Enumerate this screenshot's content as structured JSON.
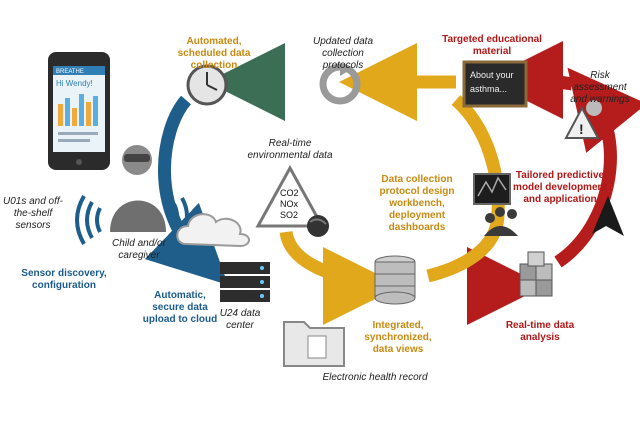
{
  "colors": {
    "gold": "#e0a81a",
    "green": "#3b6e55",
    "blue": "#1f5e8a",
    "red": "#b51c1c"
  },
  "phone": {
    "app_name": "BREATHE",
    "greeting": "Hi Wendy!"
  },
  "chalkboard": {
    "line1": "About your",
    "line2": "asthma..."
  },
  "labels": {
    "automated_collection": "Automated, scheduled data collection",
    "updated_protocols": "Updated data collection protocols",
    "targeted_material": "Targeted educational material",
    "risk_assessment": "Risk assessment and warnings",
    "realtime_env": "Real-time environmental data",
    "protocol_workbench": "Data collection protocol design workbench, deployment dashboards",
    "predictive_model": "Tailored predictive model development and application",
    "u01_sensors": "U01s and off-the-shelf sensors",
    "child_caregiver": "Child and/or caregiver",
    "sensor_discovery": "Sensor discovery, configuration",
    "automatic_upload": "Automatic, secure data upload to cloud",
    "u24_center": "U24 data center",
    "integrated_views": "Integrated, synchronized, data views",
    "realtime_analysis": "Real-time data analysis",
    "ehr": "Electronic health record"
  },
  "pollutants": {
    "co2": "CO2",
    "nox": "NOx",
    "so2": "SO2"
  },
  "icons": [
    "phone-icon",
    "clock-icon",
    "refresh-icon",
    "chalkboard-icon",
    "warning-icon",
    "person-icon",
    "wifi-icon",
    "cloud-icon",
    "server-icon",
    "database-icon",
    "folder-icon",
    "pollution-sign-icon",
    "globe-icon",
    "monitor-icon",
    "people-icon",
    "cubes-icon",
    "cursor-icon"
  ]
}
